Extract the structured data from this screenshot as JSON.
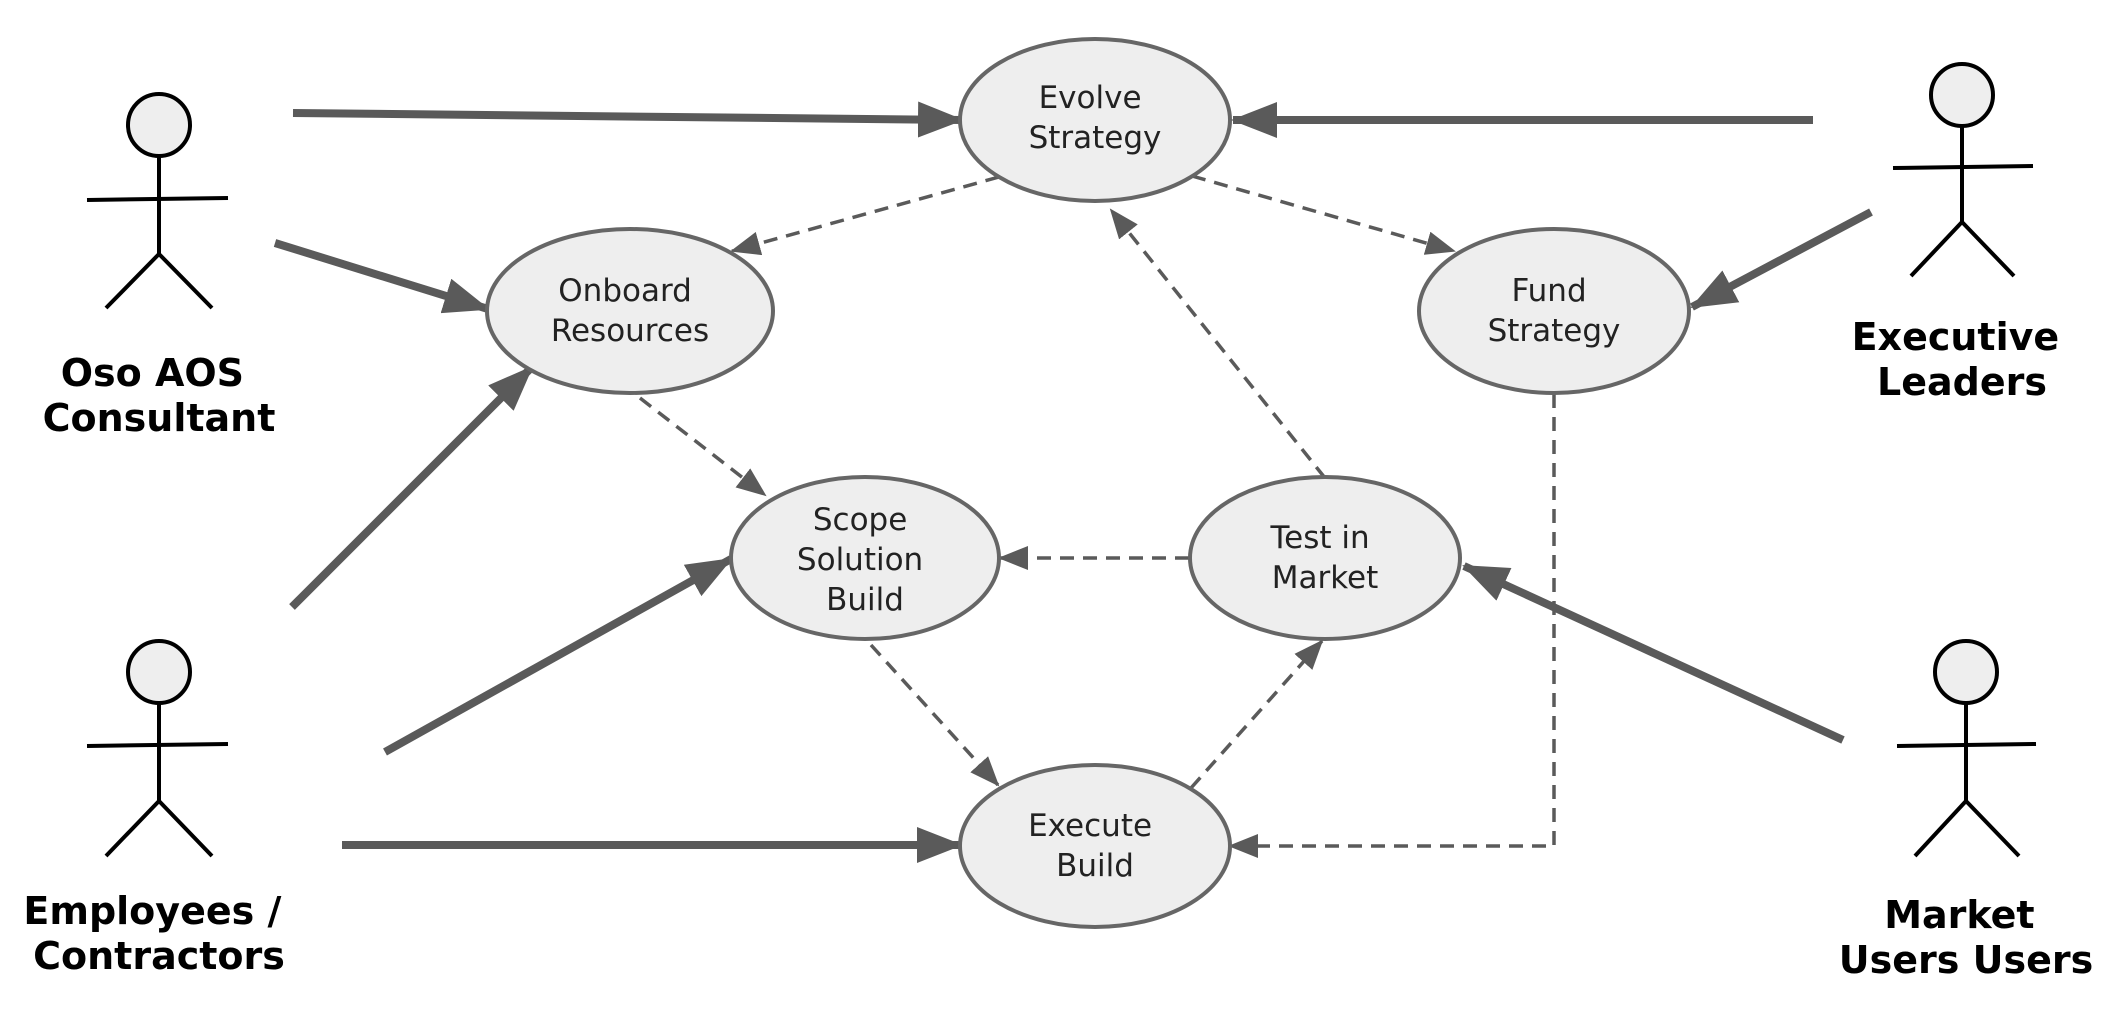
{
  "actors": {
    "consultant": {
      "label_lines": [
        "Oso AOS",
        "Consultant"
      ]
    },
    "employees": {
      "label_lines": [
        "Employees /",
        "Contractors"
      ]
    },
    "executives": {
      "label_lines": [
        "Executive",
        "Leaders"
      ]
    },
    "market": {
      "label_lines": [
        "Market",
        "Users Users"
      ]
    }
  },
  "use_cases": {
    "evolve": {
      "label_lines": [
        "Evolve",
        "Strategy"
      ]
    },
    "onboard": {
      "label_lines": [
        "Onboard",
        "Resources"
      ]
    },
    "fund": {
      "label_lines": [
        "Fund",
        "Strategy"
      ]
    },
    "scope": {
      "label_lines": [
        "Scope",
        "Solution",
        "Build"
      ]
    },
    "test": {
      "label_lines": [
        "Test in",
        "Market"
      ]
    },
    "execute": {
      "label_lines": [
        "Execute",
        "Build"
      ]
    }
  },
  "colors": {
    "ellipse_fill": "#eeeeee",
    "ellipse_stroke": "#666666",
    "arrow": "#5a5a5a",
    "actor_stroke": "#000000"
  }
}
